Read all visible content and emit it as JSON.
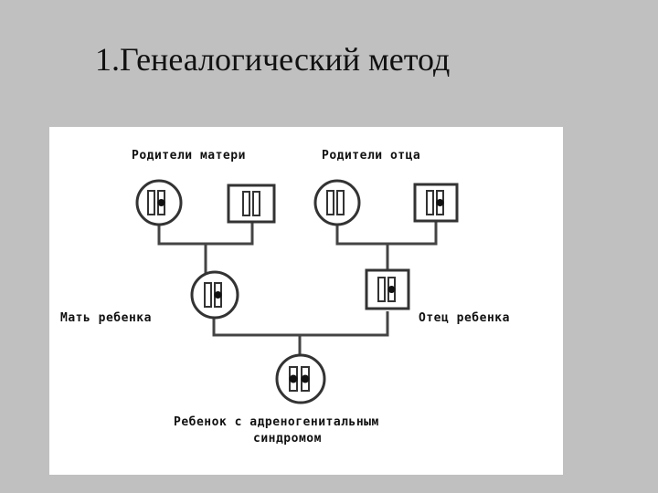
{
  "slide": {
    "title": "1.Генеалогический метод"
  },
  "diagram": {
    "labels": {
      "mother_parents": "Родители матери",
      "father_parents": "Родители отца",
      "mother": "Мать ребенка",
      "father": "Отец ребенка",
      "child_line1": "Ребенок с адреногенитальным",
      "child_line2": "синдромом"
    }
  }
}
